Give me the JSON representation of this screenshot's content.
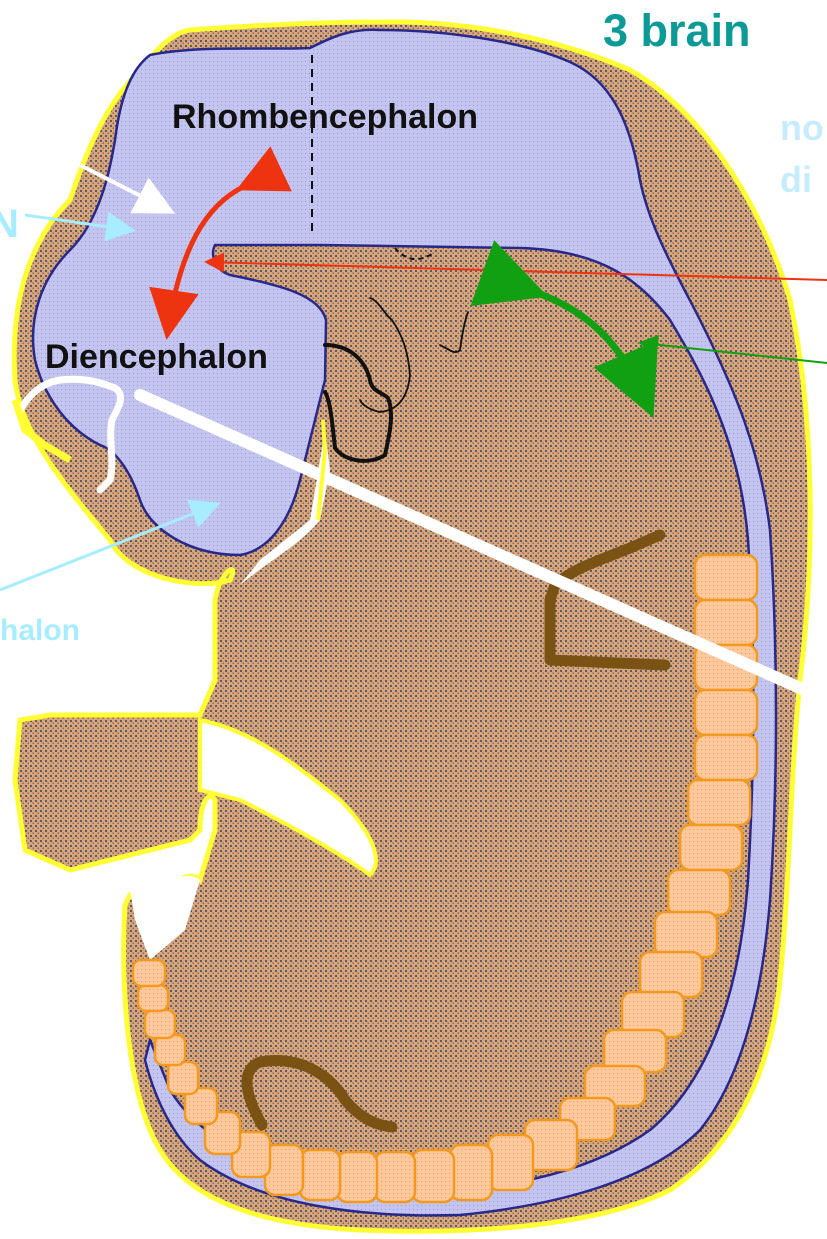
{
  "title": "3 brain",
  "labels": {
    "rhombencephalon": "Rhombencephalon",
    "diencephalon": "Diencephalon",
    "cut_left_letter": "N",
    "cut_bottom_left": "halon",
    "cut_right_line1": "no",
    "cut_right_line2": "di"
  },
  "colors": {
    "title": "#0b9a96",
    "neural_tube": "#c4c4f0",
    "neural_outline": "#28288a",
    "embryo_body": "#d9a57a",
    "embryo_outline": "#ffff33",
    "somite": "#ffc89a",
    "somite_outline": "#f39a1e",
    "light_cyan_label": "#c8ecff",
    "arrow_red": "#ee3311",
    "arrow_green": "#11a011",
    "gut_brown": "#7a5314"
  }
}
